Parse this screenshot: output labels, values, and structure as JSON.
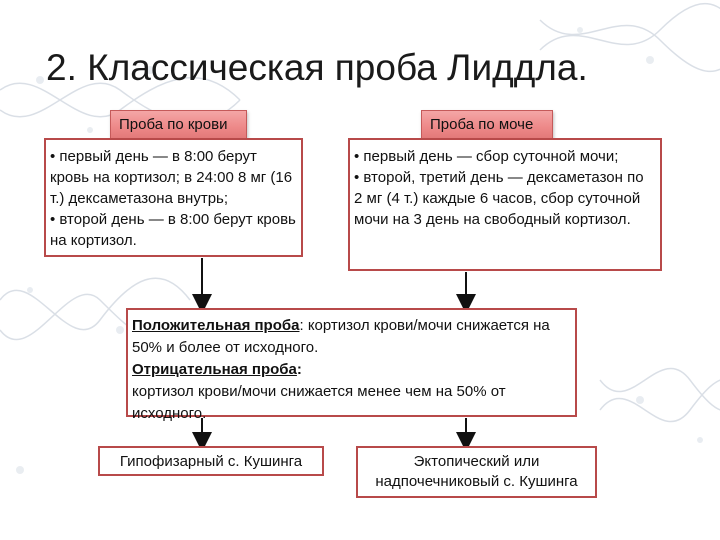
{
  "title": "2. Классическая проба Лиддла.",
  "blood": {
    "tag": "Проба по крови",
    "lines": [
      "• первый день — в 8:00 берут кровь на кортизол; в 24:00 8 мг (16 т.) дексаметазона внутрь;",
      "• второй день — в 8:00 берут кровь на кортизол."
    ]
  },
  "urine": {
    "tag": "Проба по моче",
    "lines": [
      "• первый день — сбор суточной мочи;",
      "• второй, третий день — дексаметазон по 2 мг (4 т.) каждые 6 часов, сбор суточной мочи на 3 день на свободный кортизол."
    ]
  },
  "criteria": {
    "positive_label": "Положительная проба",
    "positive_text": ": кортизол крови/мочи снижается на 50% и более  от исходного.",
    "negative_label": "Отрицательная проба",
    "negative_colon": ":",
    "negative_text": "кортизол крови/мочи снижается менее чем на 50% от исходного."
  },
  "outcomes": {
    "pituitary": "Гипофизарный с. Кушинга",
    "ectopic": "Эктопический или надпочечниковый с. Кушинга"
  },
  "colors": {
    "border": "#b84a4a",
    "tag_fill": "#ee8a8a",
    "arrow": "#111111"
  }
}
